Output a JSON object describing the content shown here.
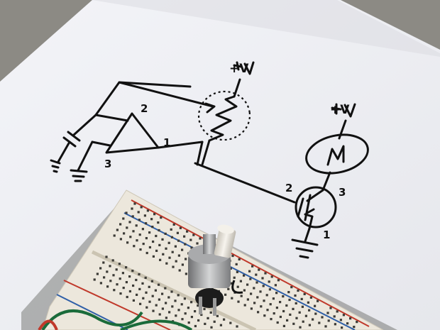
{
  "labels": {
    "supply_top": "+V",
    "supply_right": "+V",
    "opamp_pin2": "2",
    "opamp_pin1": "1",
    "opamp_pin3": "3",
    "motor": "M",
    "fet_pin2": "2",
    "fet_pin3": "3",
    "fet_pin1": "1"
  },
  "colors": {
    "table": "#8c8a84",
    "paper": "#f1f2f6",
    "ink": "#111111",
    "breadboard": "#ece7dc",
    "rail_red": "#c0392b",
    "rail_blue": "#2f5fa8"
  }
}
